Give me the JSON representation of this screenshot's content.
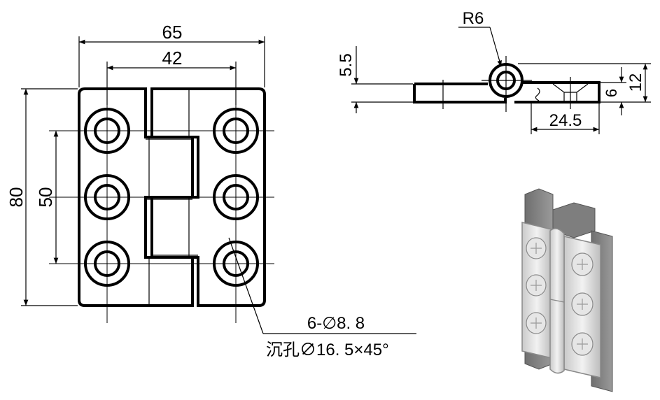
{
  "drawing": {
    "dims": {
      "overall_width": "65",
      "hole_spacing_width": "42",
      "overall_height": "80",
      "hole_spacing_height": "50",
      "radius": "R6",
      "leaf_thickness": "5.5",
      "total_height": "12",
      "side_height": "6",
      "side_length": "24.5"
    },
    "callout": {
      "line1": "6-∅8. 8",
      "line2": "沉孔∅16. 5×45°"
    }
  },
  "colors": {
    "line": "#000000",
    "background": "#ffffff"
  }
}
